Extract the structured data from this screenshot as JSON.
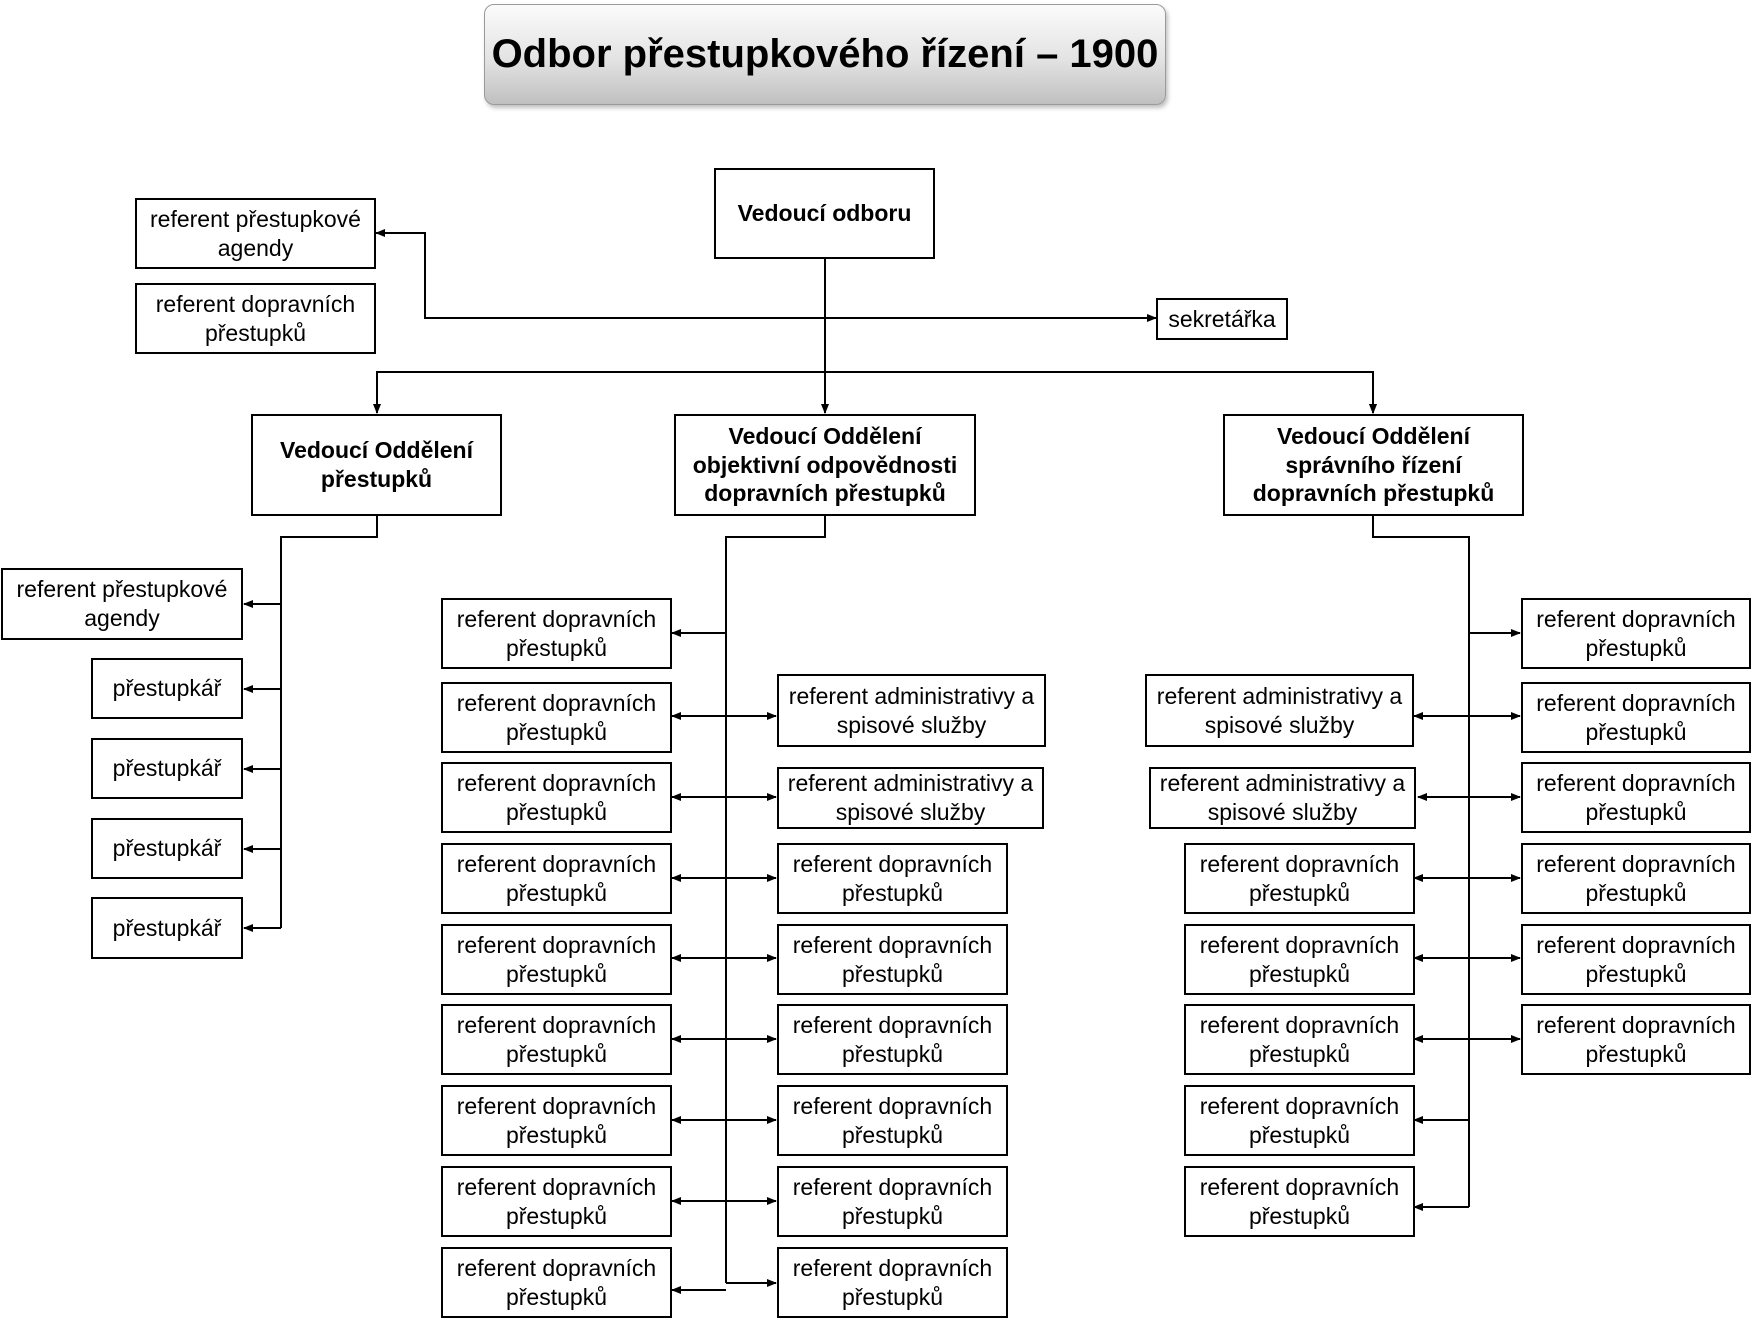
{
  "title": "Odbor přestupkového řízení – 1900",
  "head": "Vedoucí odboru",
  "secretary": "sekretářka",
  "direct_staff": [
    "referent přestupkové agendy",
    "referent dopravních přestupků"
  ],
  "departments": [
    {
      "name": "Vedoucí Oddělení přestupků",
      "staff": [
        "referent přestupkové agendy",
        "přestupkář",
        "přestupkář",
        "přestupkář",
        "přestupkář"
      ]
    },
    {
      "name": "Vedoucí Oddělení objektivní odpovědnosti dopravních přestupků",
      "staff_left": [
        "referent dopravních přestupků",
        "referent dopravních přestupků",
        "referent dopravních přestupků",
        "referent dopravních přestupků",
        "referent dopravních přestupků",
        "referent dopravních přestupků",
        "referent dopravních přestupků",
        "referent dopravních přestupků",
        "referent dopravních přestupků"
      ],
      "staff_right": [
        "referent administrativy a spisové služby",
        "referent administrativy a spisové služby",
        "referent dopravních přestupků",
        "referent dopravních přestupků",
        "referent dopravních přestupků",
        "referent dopravních přestupků",
        "referent dopravních přestupků",
        "referent dopravních přestupků"
      ]
    },
    {
      "name": "Vedoucí Oddělení správního řízení dopravních přestupků",
      "staff_left": [
        "referent administrativy a spisové služby",
        "referent administrativy a spisové služby",
        "referent dopravních přestupků",
        "referent dopravních přestupků",
        "referent dopravních přestupků",
        "referent dopravních přestupků",
        "referent dopravních přestupků"
      ],
      "staff_right": [
        "referent dopravních přestupků",
        "referent dopravních přestupků",
        "referent dopravních přestupků",
        "referent dopravních přestupků",
        "referent dopravních přestupků",
        "referent dopravních přestupků"
      ]
    }
  ]
}
